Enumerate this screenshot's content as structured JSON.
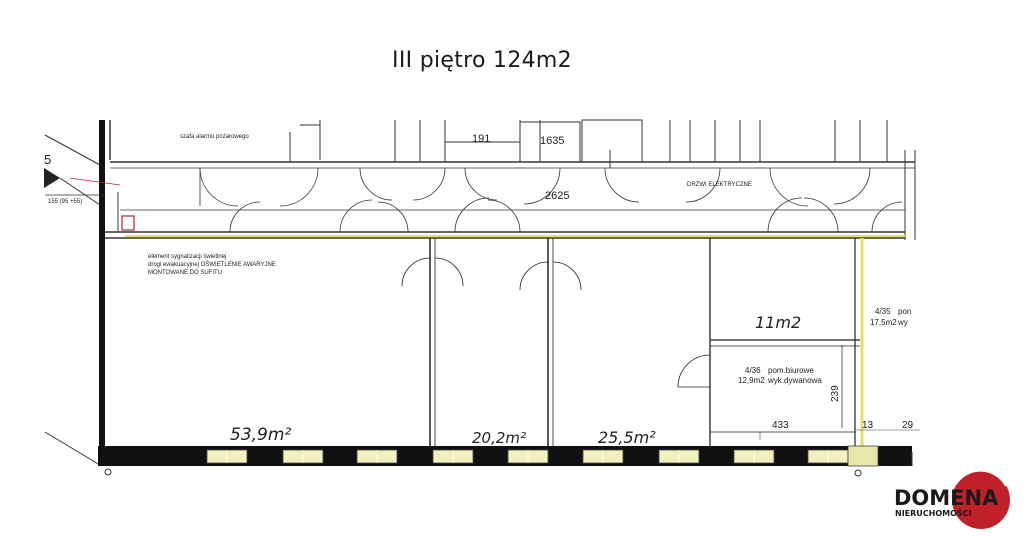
{
  "title": "III piętro 124m2",
  "plan": {
    "corridor_dim": "2625",
    "dim_191": "191",
    "dim_1635": "1635",
    "room_areas": [
      "53,9m²",
      "20,2m²",
      "25,5m²"
    ],
    "area_11": "11m2",
    "room_4_36_code": "4/36",
    "room_4_36_name": "pom.biurowe",
    "room_4_36_area": "12,9m2",
    "room_4_36_floor": "wyk.dywanowa",
    "room_4_35_code": "4/35",
    "room_4_35_line2": "pon",
    "room_4_35_area": "17,5m2",
    "room_4_35_floor": "wy",
    "dim_433": "433",
    "dim_239": "239",
    "dim_13": "13",
    "dim_29": "29",
    "label_5": "5",
    "note_szafa": "szafa alarmu pożarowego",
    "note_drzwi": "DRZWI ELEKTRYCZNE",
    "note_signal_1": "element sygnalizacji świetlnej",
    "note_signal_2": "drogi ewakuacyjnej OŚWIETLENIE AWARYJNE",
    "note_signal_3": "MONTOWANE DO SUFITU",
    "note_left": "155 (95 +55)"
  },
  "logo": {
    "brand": "DOMENA",
    "sub": "NIERUCHOMOŚCI",
    "colors": {
      "red": "#c0202a",
      "dark": "#1a1a1a",
      "white": "#ffffff"
    }
  }
}
